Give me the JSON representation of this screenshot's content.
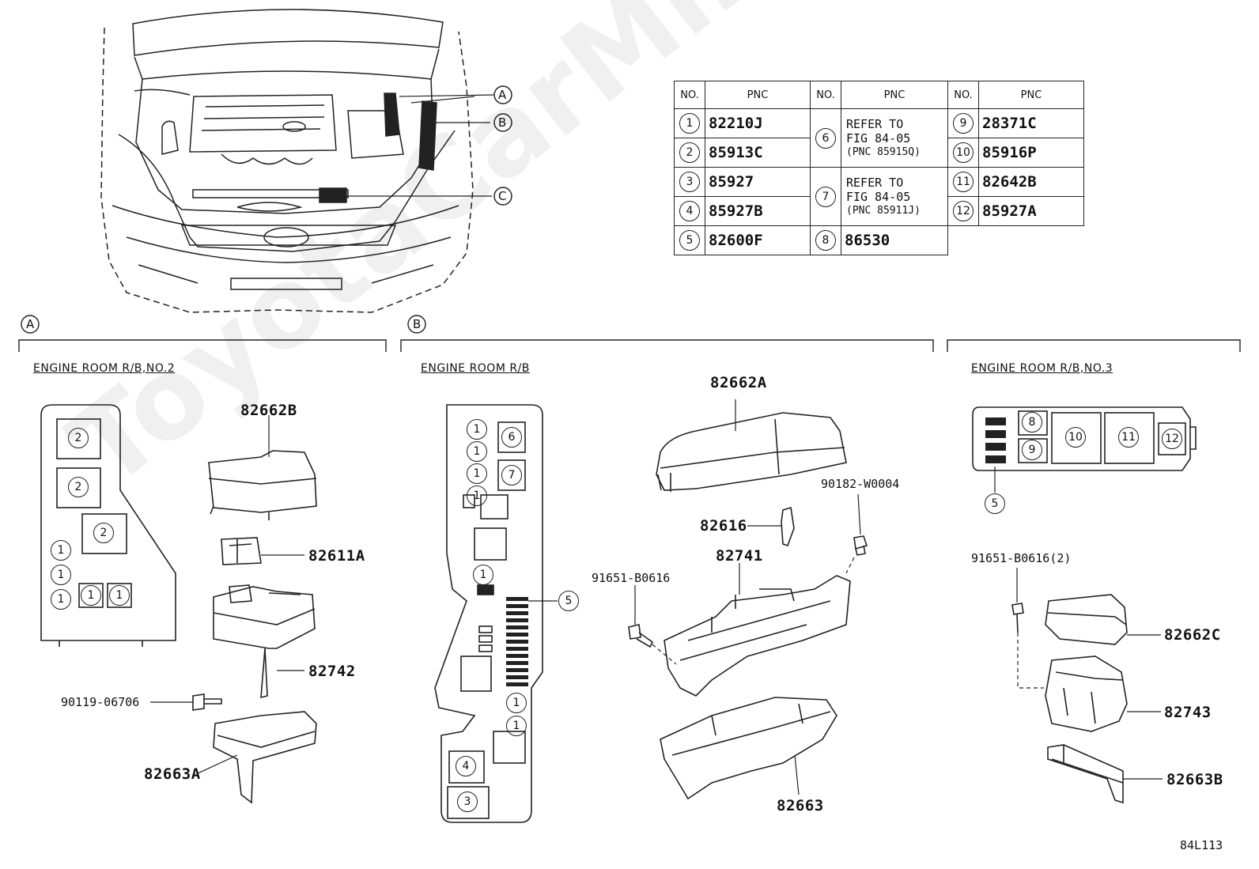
{
  "callouts": [
    "A",
    "B",
    "C"
  ],
  "pnc_table": {
    "header_no": "NO.",
    "header_pnc": "PNC",
    "rows": [
      {
        "no": "1",
        "pnc": "82210J"
      },
      {
        "no": "2",
        "pnc": "85913C"
      },
      {
        "no": "3",
        "pnc": "85927"
      },
      {
        "no": "4",
        "pnc": "85927B"
      },
      {
        "no": "5",
        "pnc": "82600F"
      },
      {
        "no": "6",
        "ref_line1": "REFER TO",
        "ref_line2": "FIG 84-05",
        "ref_line3": "(PNC 85915Q)"
      },
      {
        "no": "7",
        "ref_line1": "REFER TO",
        "ref_line2": "FIG 84-05",
        "ref_line3": "(PNC 85911J)"
      },
      {
        "no": "8",
        "pnc": "86530"
      },
      {
        "no": "9",
        "pnc": "28371C"
      },
      {
        "no": "10",
        "pnc": "85916P"
      },
      {
        "no": "11",
        "pnc": "82642B"
      },
      {
        "no": "12",
        "pnc": "85927A"
      }
    ]
  },
  "sections": {
    "a": {
      "callout": "A",
      "title": "ENGINE ROOM R/B,NO.2"
    },
    "b": {
      "callout": "B",
      "title": "ENGINE ROOM R/B"
    },
    "c": {
      "title": "ENGINE ROOM R/B,NO.3"
    }
  },
  "parts": {
    "p82662B": "82662B",
    "p82611A": "82611A",
    "p82742": "82742",
    "p90119": "90119-06706",
    "p82663A": "82663A",
    "p82662A": "82662A",
    "p82616": "82616",
    "p90182": "90182-W0004",
    "p82741": "82741",
    "p91651": "91651-B0616",
    "p82663": "82663",
    "p91651x2": "91651-B0616(2)",
    "p82662C": "82662C",
    "p82743": "82743",
    "p82663B": "82663B"
  },
  "block_labels": {
    "a": [
      "2",
      "2",
      "2",
      "1",
      "1",
      "1",
      "1",
      "1"
    ],
    "b": [
      "1",
      "1",
      "1",
      "1",
      "6",
      "7",
      "1",
      "5",
      "1",
      "1",
      "4",
      "3"
    ],
    "c": [
      "8",
      "9",
      "10",
      "11",
      "12",
      "5"
    ]
  },
  "figure_code": "84L113",
  "watermark": "ToyotaCarMine.ru"
}
